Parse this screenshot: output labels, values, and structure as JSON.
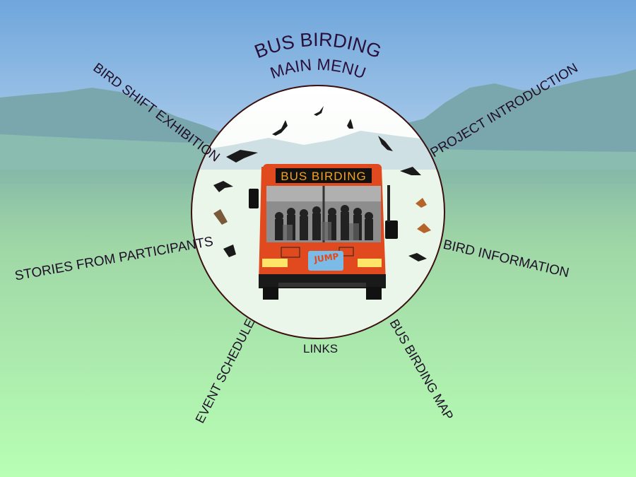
{
  "title": {
    "line1": "BUS BIRDING",
    "line2": "MAIN MENU"
  },
  "bus": {
    "destination_sign": "BUS BIRDING",
    "logo_text": "JUMP"
  },
  "menu": {
    "bird_shift_exhibition": "BIRD SHIFT EXHIBITION",
    "project_introduction": "PROJECT INTRODUCTION",
    "stories_from_participants": "STORIES FROM PARTICIPANTS",
    "bird_information": "BIRD INFORMATION",
    "event_schedule": "EVENT SCHEDULE",
    "links": "LINKS",
    "bus_birding_map": "BUS BIRDING MAP"
  },
  "colors": {
    "sky_top": "#6fa6dc",
    "sky_bottom": "#ffffff",
    "mountain": "#7aa7ad",
    "field_top": "#9fd6a6",
    "field_bottom": "#b8ffb4",
    "circle_stroke": "#3a1010",
    "bus_orange": "#e04a1e",
    "text": "#1e0f28"
  }
}
